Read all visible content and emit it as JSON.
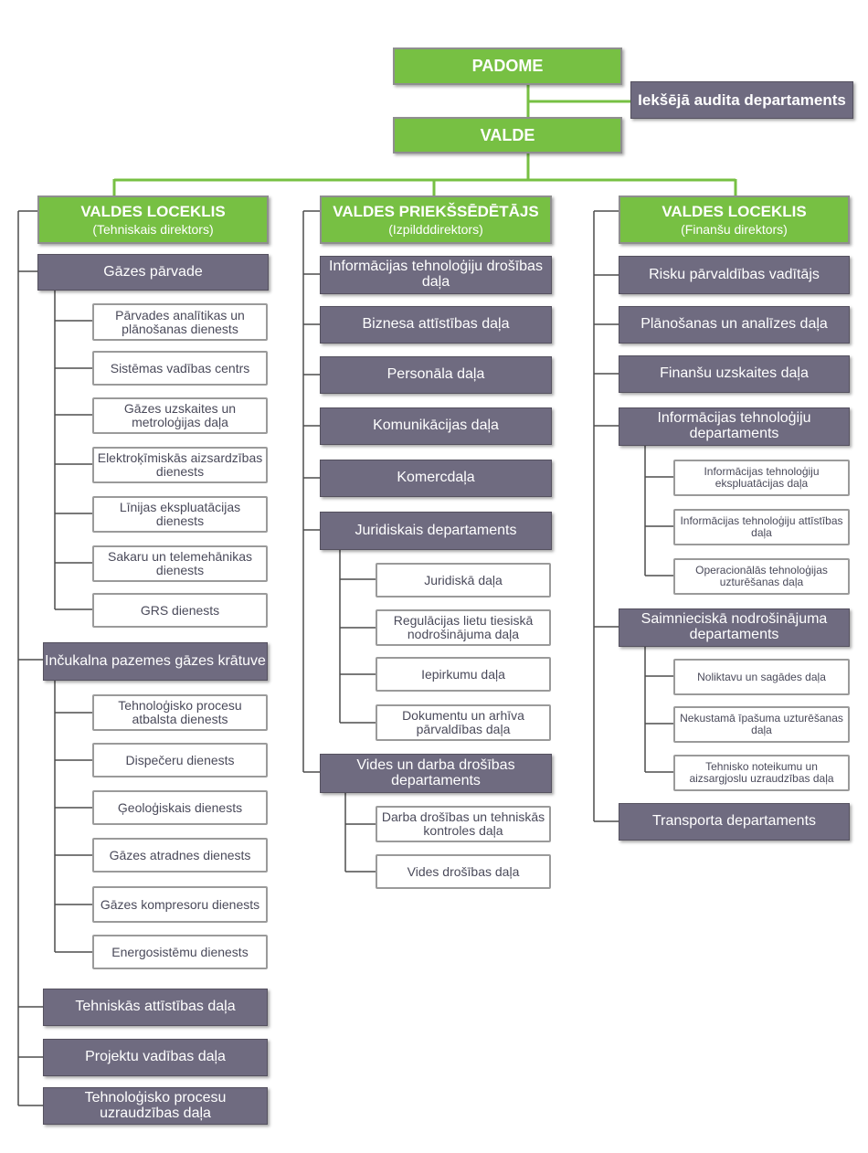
{
  "padome": "PADOME",
  "audit": "Iekšējā audita departaments",
  "valde": "VALDE",
  "col1": {
    "head_title": "VALDES LOCEKLIS",
    "head_sub": "(Tehniskais direktors)",
    "gazes_parvade": {
      "title": "Gāzes pārvade",
      "items": [
        "Pārvades analītikas un plānošanas dienests",
        "Sistēmas vadības centrs",
        "Gāzes uzskaites un metroloģijas daļa",
        "Elektroķīmiskās aizsardzības dienests",
        "Līnijas ekspluatācijas dienests",
        "Sakaru un telemehānikas dienests",
        "GRS dienests"
      ]
    },
    "incukalns": {
      "title": "Inčukalna pazemes gāzes krātuve",
      "items": [
        "Tehnoloģisko procesu atbalsta dienests",
        "Dispečeru dienests",
        "Ģeoloģiskais dienests",
        "Gāzes atradnes dienests",
        "Gāzes kompresoru dienests",
        "Energosistēmu dienests"
      ]
    },
    "bottom": [
      "Tehniskās attīstības daļa",
      "Projektu vadības daļa",
      "Tehnoloģisko procesu uzraudzības daļa"
    ]
  },
  "col2": {
    "head_title": "VALDES PRIEKŠSĒDĒTĀJS",
    "head_sub": "(Izpildddirektors)",
    "units": [
      "Informācijas tehnoloģiju drošības daļa",
      "Biznesa attīstības daļa",
      "Personāla daļa",
      "Komunikācijas daļa",
      "Komercdaļa"
    ],
    "juridiskais": {
      "title": "Juridiskais departaments",
      "items": [
        "Juridiskā daļa",
        "Regulācijas lietu tiesiskā nodrošinājuma daļa",
        "Iepirkumu daļa",
        "Dokumentu un arhīva pārvaldības daļa"
      ]
    },
    "vides": {
      "title": "Vides un darba drošības departaments",
      "items": [
        "Darba drošības un tehniskās kontroles daļa",
        "Vides drošības daļa"
      ]
    }
  },
  "col3": {
    "head_title": "VALDES LOCEKLIS",
    "head_sub": "(Finanšu direktors)",
    "units": [
      "Risku pārvaldības vadītājs",
      "Plānošanas un analīzes daļa",
      "Finanšu uzskaites daļa"
    ],
    "it": {
      "title": "Informācijas tehnoloģiju departaments",
      "items": [
        "Informācijas tehnoloģiju ekspluatācijas daļa",
        "Informācijas tehnoloģiju attīstības daļa",
        "Operacionālās tehnoloģijas uzturēšanas daļa"
      ]
    },
    "saimn": {
      "title": "Saimnieciskā nodrošinājuma departaments",
      "items": [
        "Noliktavu un sagādes daļa",
        "Nekustamā īpašuma uzturēšanas daļa",
        "Tehnisko noteikumu un aizsargjoslu uzraudzības daļa"
      ]
    },
    "transport": "Transporta departaments"
  }
}
